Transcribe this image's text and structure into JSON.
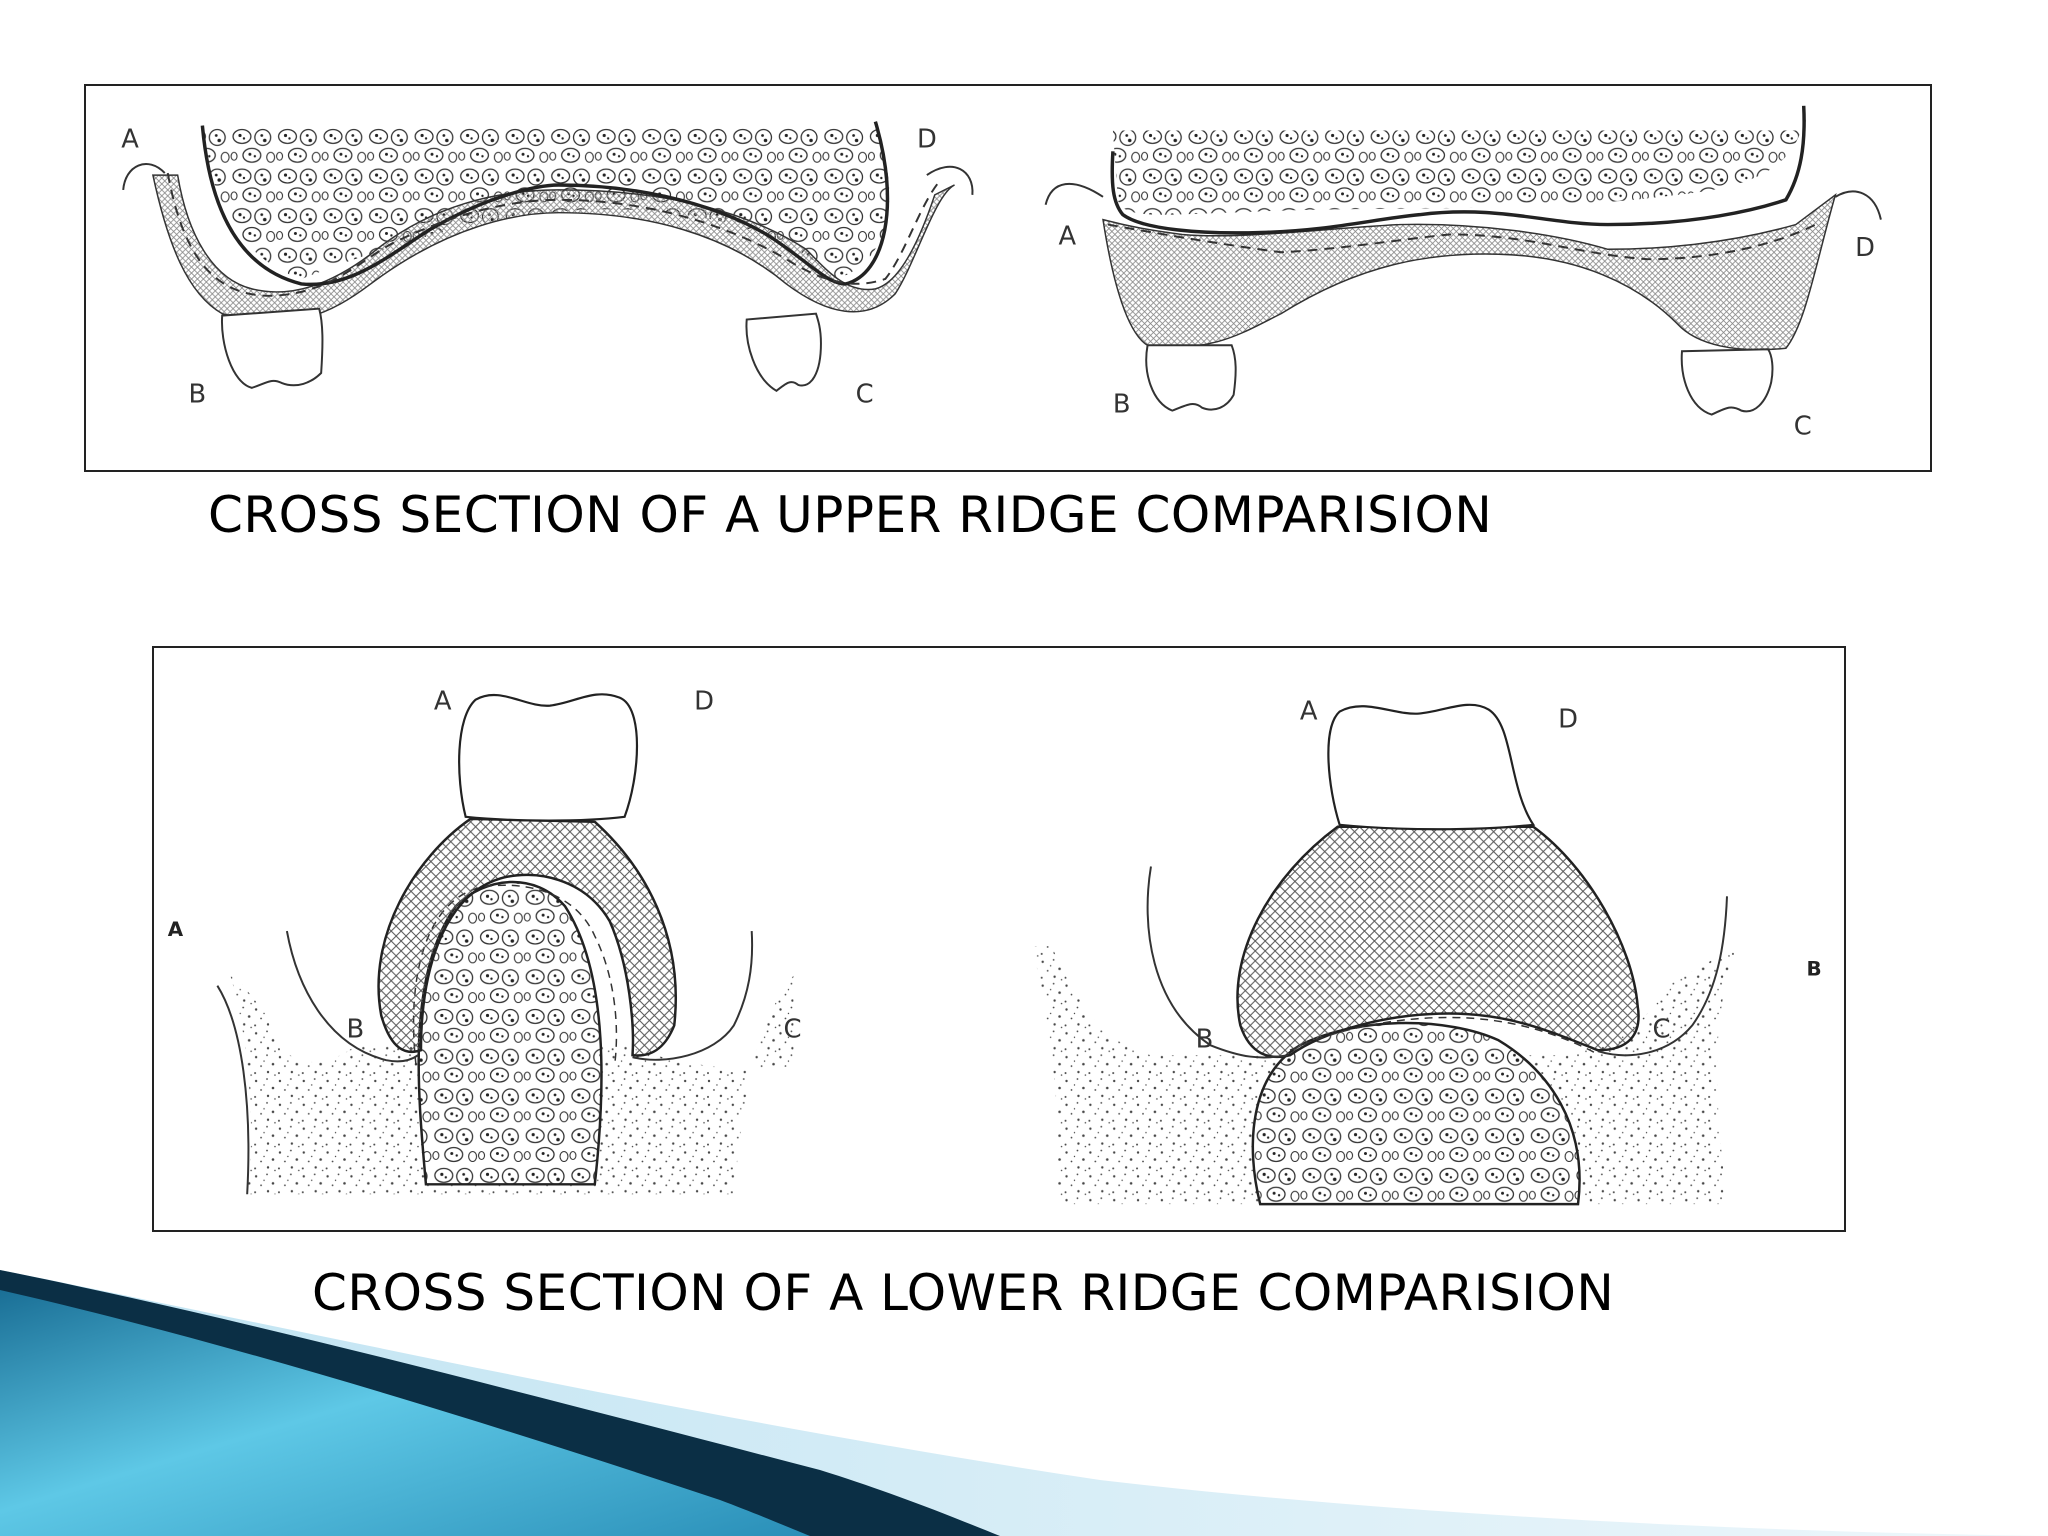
{
  "upper": {
    "caption": "CROSS SECTION OF A UPPER RIDGE COMPARISION",
    "left_labels": {
      "a": "A",
      "b": "B",
      "c": "C",
      "d": "D"
    },
    "right_labels": {
      "a": "A",
      "b": "B",
      "c": "C",
      "d": "D"
    }
  },
  "lower": {
    "caption": "CROSS SECTION OF A LOWER RIDGE COMPARISION",
    "left_labels": {
      "outer": "A",
      "a": "A",
      "b": "B",
      "c": "C",
      "d": "D"
    },
    "right_labels": {
      "outer": "B",
      "a": "A",
      "b": "B",
      "c": "C",
      "d": "D"
    }
  },
  "colors": {
    "ink": "#222222",
    "swoosh_dark": "#0b3a55",
    "swoosh_light": "#5ec8e6",
    "swoosh_pale": "#d8eef7"
  }
}
